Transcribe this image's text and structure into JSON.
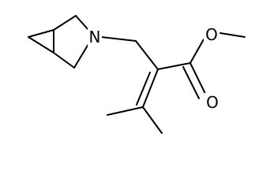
{
  "structure": {
    "atom_labels": {
      "nitrogen": "N",
      "carbonyl_oxygen": "O",
      "ester_oxygen": "O"
    },
    "colors": {
      "bond": "#000000",
      "text": "#000000",
      "background": "#ffffff"
    }
  }
}
